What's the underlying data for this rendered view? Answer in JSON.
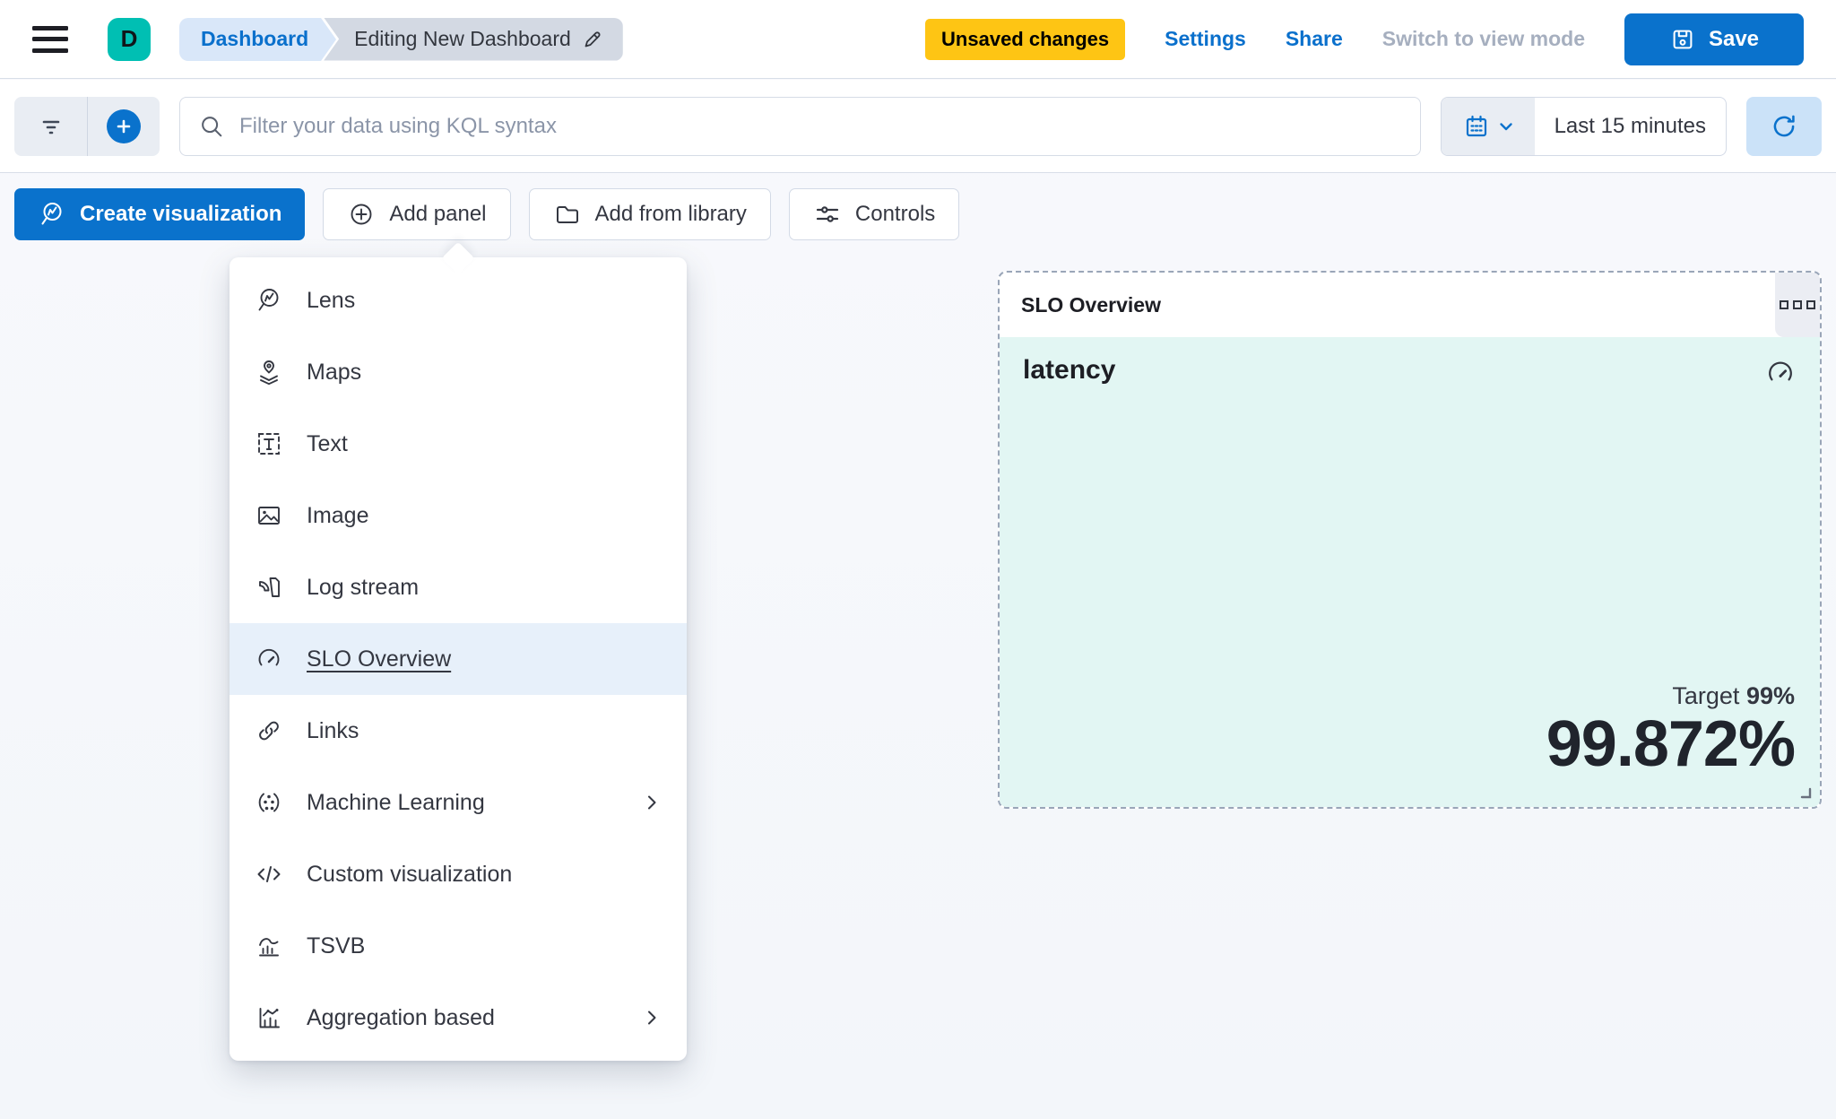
{
  "top_bar": {
    "avatar_letter": "D",
    "breadcrumbs": [
      {
        "label": "Dashboard"
      },
      {
        "label": "Editing New Dashboard"
      }
    ],
    "unsaved_changes_badge": "Unsaved changes",
    "settings_link": "Settings",
    "share_link": "Share",
    "switch_view_mode_link": "Switch to view mode",
    "save_button": "Save"
  },
  "query_bar": {
    "kql_input_placeholder": "Filter your data using KQL syntax",
    "time_range_value": "Last 15 minutes"
  },
  "toolbar": {
    "create_visualization_button": "Create visualization",
    "add_panel_button": "Add panel",
    "add_from_library_button": "Add from library",
    "controls_button": "Controls"
  },
  "add_panel_menu": {
    "items": [
      {
        "label": "Lens",
        "icon": "lens-icon",
        "highlighted": false,
        "has_submenu": false
      },
      {
        "label": "Maps",
        "icon": "maps-icon",
        "highlighted": false,
        "has_submenu": false
      },
      {
        "label": "Text",
        "icon": "text-icon",
        "highlighted": false,
        "has_submenu": false
      },
      {
        "label": "Image",
        "icon": "image-icon",
        "highlighted": false,
        "has_submenu": false
      },
      {
        "label": "Log stream",
        "icon": "log-stream-icon",
        "highlighted": false,
        "has_submenu": false
      },
      {
        "label": "SLO Overview",
        "icon": "gauge-icon",
        "highlighted": true,
        "has_submenu": false
      },
      {
        "label": "Links",
        "icon": "link-icon",
        "highlighted": false,
        "has_submenu": false
      },
      {
        "label": "Machine Learning",
        "icon": "machine-learning-icon",
        "highlighted": false,
        "has_submenu": true
      },
      {
        "label": "Custom visualization",
        "icon": "code-icon",
        "highlighted": false,
        "has_submenu": false
      },
      {
        "label": "TSVB",
        "icon": "tsvb-icon",
        "highlighted": false,
        "has_submenu": false
      },
      {
        "label": "Aggregation based",
        "icon": "aggregation-icon",
        "highlighted": false,
        "has_submenu": true
      }
    ]
  },
  "slo_panel": {
    "header_title": "SLO Overview",
    "metric_name": "latency",
    "target_label": "Target",
    "target_value": "99%",
    "observed_value": "99.872%"
  },
  "colors": {
    "primary_blue": "#0A72CC",
    "warning_yellow": "#FEC514",
    "avatar_teal": "#00BFB3",
    "panel_mint": "#E2F6F3",
    "selected_row_blue": "#E7F0FA",
    "dashed_border": "#9AA6B8"
  }
}
